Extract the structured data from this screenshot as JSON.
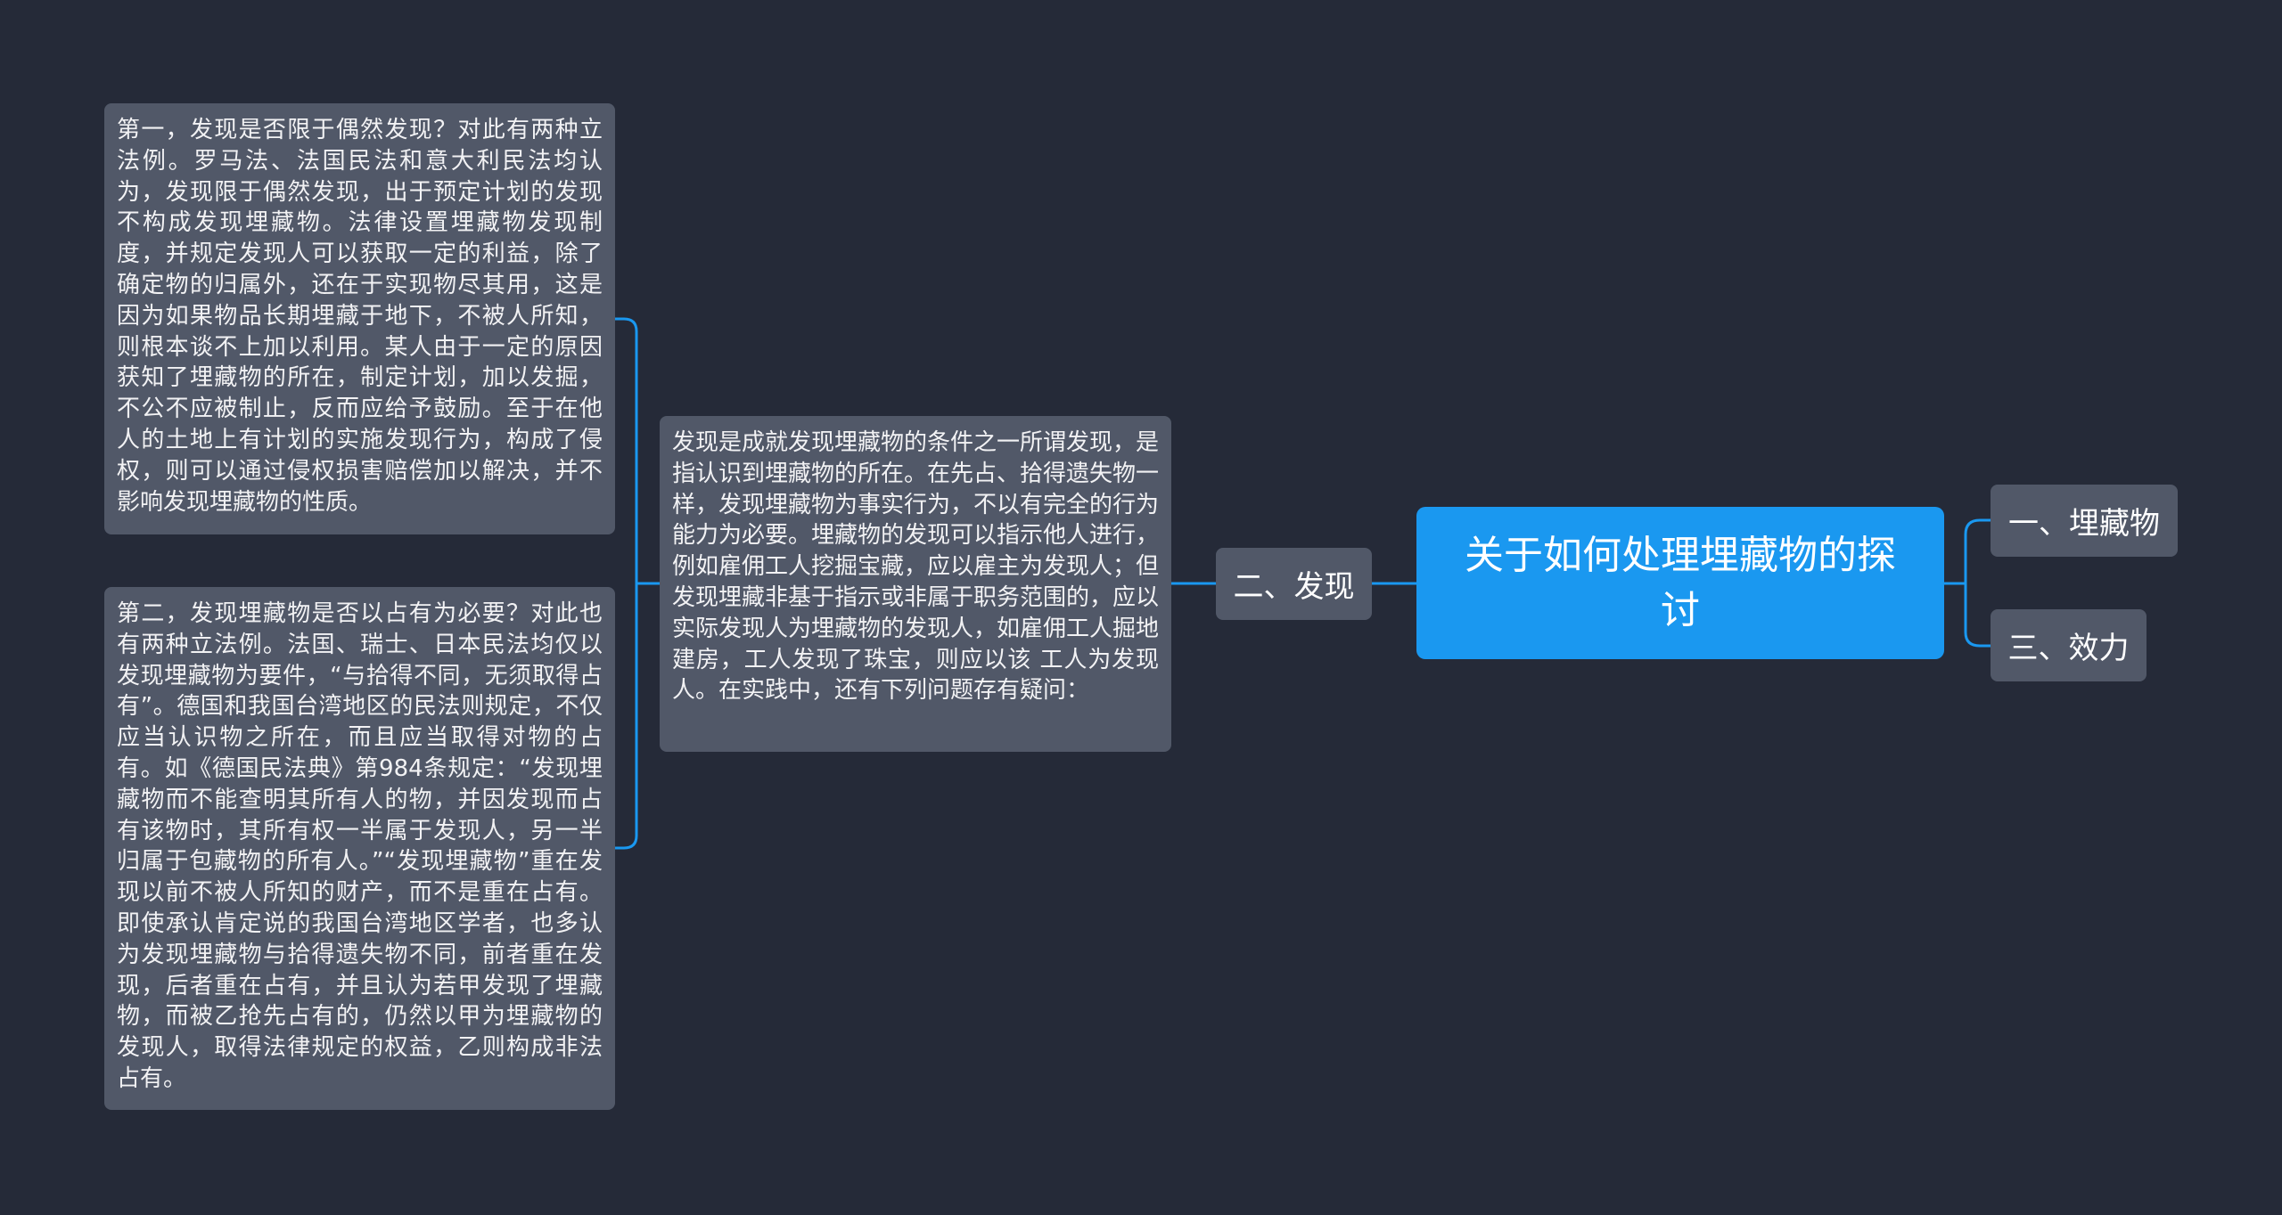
{
  "root": {
    "title": "关于如何处理埋藏物的探讨"
  },
  "branches": {
    "left": {
      "label": "二、发现"
    },
    "right": [
      {
        "label": "一、埋藏物"
      },
      {
        "label": "三、效力"
      }
    ]
  },
  "discovery": {
    "intro": "发现是成就发现埋藏物的条件之一所谓发现，是指认识到埋藏物的所在。在先占、拾得遗失物一样，发现埋藏物为事实行为，不以有完全的行为能力为必要。埋藏物的发现可以指示他人进行，例如雇佣工人挖掘宝藏，应以雇主为发现人；但发现埋藏非基于指示或非属于职务范围的，应以实际发现人为埋藏物的发现人，如雇佣工人掘地建房，工人发现了珠宝，则应以该 工人为发现人。在实践中，还有下列问题存有疑问：",
    "points": [
      {
        "text": "第一，发现是否限于偶然发现？对此有两种立法例。罗马法、法国民法和意大利民法均认为，发现限于偶然发现，出于预定计划的发现不构成发现埋藏物。法律设置埋藏物发现制度，并规定发现人可以获取一定的利益，除了确定物的归属外，还在于实现物尽其用，这是因为如果物品长期埋藏于地下，不被人所知，则根本谈不上加以利用。某人由于一定的原因获知了埋藏物的所在，制定计划，加以发掘，不公不应被制止，反而应给予鼓励。至于在他人的土地上有计划的实施发现行为，构成了侵权，则可以通过侵权损害赔偿加以解决，并不影响发现埋藏物的性质。"
      },
      {
        "text": "第二，发现埋藏物是否以占有为必要？对此也有两种立法例。法国、瑞士、日本民法均仅以发现埋藏物为要件，“与拾得不同，无须取得占有”。德国和我国台湾地区的民法则规定，不仅应当认识物之所在，而且应当取得对物的占有。如《德国民法典》第984条规定：“发现埋藏物而不能查明其所有人的物，并因发现而占有该物时，其所有权一半属于发现人，另一半归属于包藏物的所有人。”“发现埋藏物”重在发现以前不被人所知的财产，而不是重在占有。即使承认肯定说的我国台湾地区学者，也多认为发现埋藏物与拾得遗失物不同，前者重在发现，后者重在占有，并且认为若甲发现了埋藏物，而被乙抢先占有的，仍然以甲为埋藏物的发现人，取得法律规定的权益，乙则构成非法占有。"
      }
    ]
  },
  "colors": {
    "background": "#252a38",
    "root": "#1a98f0",
    "node": "#515868",
    "connector": "#1a98f0",
    "text": "#ffffff"
  }
}
